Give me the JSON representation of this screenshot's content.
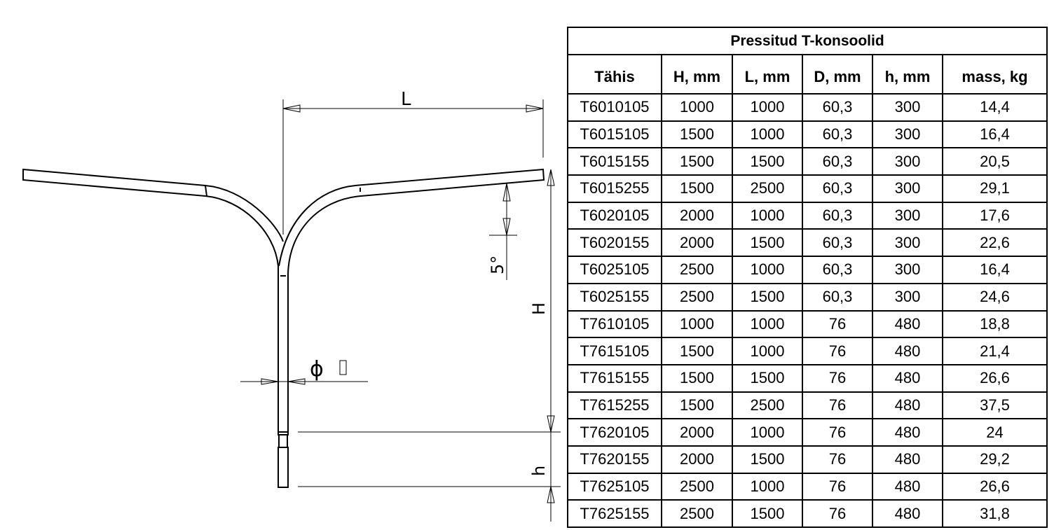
{
  "drawing": {
    "labels": {
      "L": "L",
      "H": "H",
      "h": "h",
      "angle": "5°",
      "diameter": "ϕ"
    }
  },
  "table": {
    "title": "Pressitud T-konsoolid",
    "headers": [
      "Tähis",
      "H, mm",
      "L, mm",
      "D, mm",
      "h, mm",
      "mass, kg"
    ],
    "rows": [
      [
        "T6010105",
        "1000",
        "1000",
        "60,3",
        "300",
        "14,4"
      ],
      [
        "T6015105",
        "1500",
        "1000",
        "60,3",
        "300",
        "16,4"
      ],
      [
        "T6015155",
        "1500",
        "1500",
        "60,3",
        "300",
        "20,5"
      ],
      [
        "T6015255",
        "1500",
        "2500",
        "60,3",
        "300",
        "29,1"
      ],
      [
        "T6020105",
        "2000",
        "1000",
        "60,3",
        "300",
        "17,6"
      ],
      [
        "T6020155",
        "2000",
        "1500",
        "60,3",
        "300",
        "22,6"
      ],
      [
        "T6025105",
        "2500",
        "1000",
        "60,3",
        "300",
        "16,4"
      ],
      [
        "T6025155",
        "2500",
        "1500",
        "60,3",
        "300",
        "24,6"
      ],
      [
        "T7610105",
        "1000",
        "1000",
        "76",
        "480",
        "18,8"
      ],
      [
        "T7615105",
        "1500",
        "1000",
        "76",
        "480",
        "21,4"
      ],
      [
        "T7615155",
        "1500",
        "1500",
        "76",
        "480",
        "26,6"
      ],
      [
        "T7615255",
        "1500",
        "2500",
        "76",
        "480",
        "37,5"
      ],
      [
        "T7620105",
        "2000",
        "1000",
        "76",
        "480",
        "24"
      ],
      [
        "T7620155",
        "2000",
        "1500",
        "76",
        "480",
        "29,2"
      ],
      [
        "T7625105",
        "2500",
        "1000",
        "76",
        "480",
        "26,6"
      ],
      [
        "T7625155",
        "2500",
        "1500",
        "76",
        "480",
        "31,8"
      ]
    ]
  }
}
